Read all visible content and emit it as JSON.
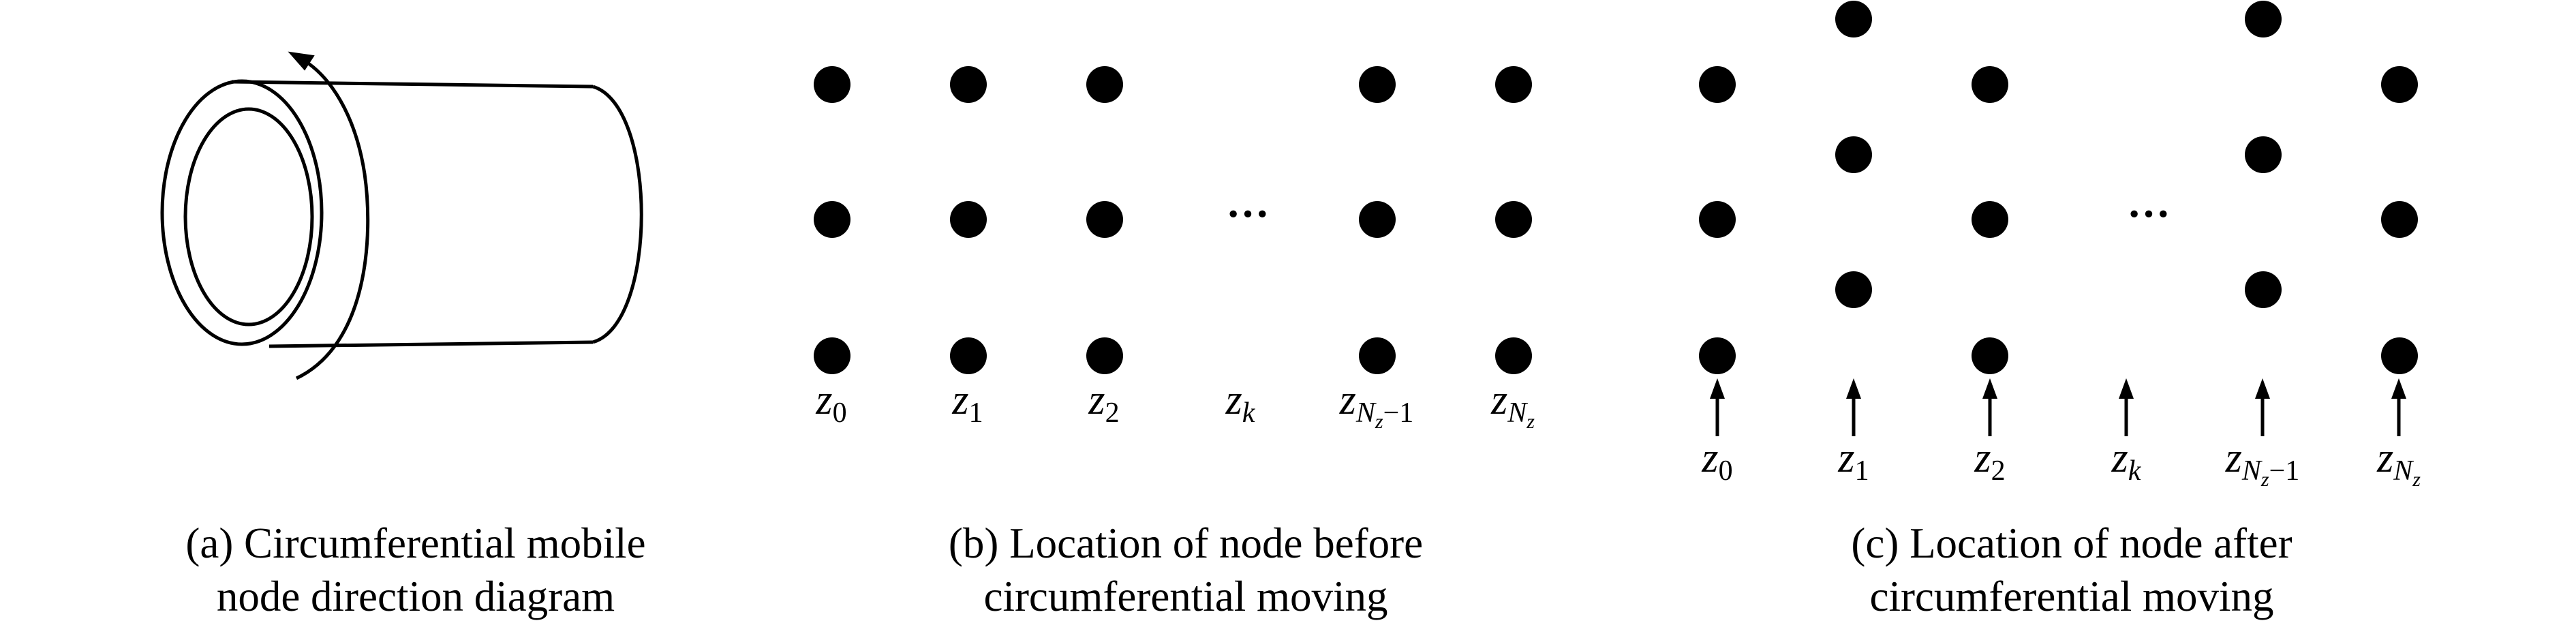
{
  "panels": {
    "a": {
      "caption_line1": "(a) Circumferential mobile",
      "caption_line2": "node direction diagram"
    },
    "b": {
      "caption_line1": "(b) Location of node before",
      "caption_line2": "circumferential moving",
      "ellipsis": "···",
      "labels": [
        {
          "base": "z",
          "sub": "0"
        },
        {
          "base": "z",
          "sub": "1"
        },
        {
          "base": "z",
          "sub": "2"
        },
        {
          "base": "z",
          "sub": "k"
        },
        {
          "base": "z",
          "sub": "N",
          "subsub": "z",
          "suffix": "−1"
        },
        {
          "base": "z",
          "sub": "N",
          "subsub": "z",
          "suffix": ""
        }
      ]
    },
    "c": {
      "caption_line1": "(c) Location of node after",
      "caption_line2": "circumferential moving",
      "ellipsis": "···",
      "labels": [
        {
          "base": "z",
          "sub": "0"
        },
        {
          "base": "z",
          "sub": "1"
        },
        {
          "base": "z",
          "sub": "2"
        },
        {
          "base": "z",
          "sub": "k"
        },
        {
          "base": "z",
          "sub": "N",
          "subsub": "z",
          "suffix": "−1"
        },
        {
          "base": "z",
          "sub": "N",
          "subsub": "z",
          "suffix": ""
        }
      ]
    }
  },
  "colors": {
    "node": "#000000",
    "stroke": "#000000",
    "background": "#ffffff"
  }
}
